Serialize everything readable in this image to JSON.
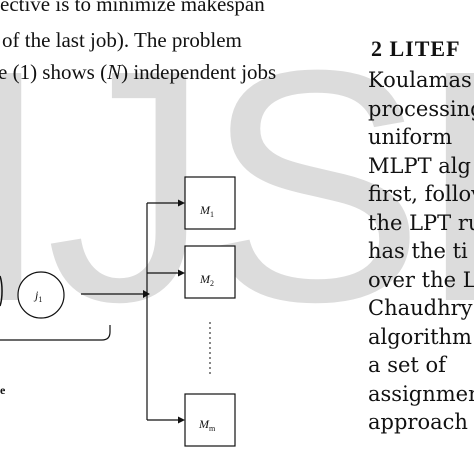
{
  "watermark": {
    "text": "IJSER",
    "color": "#d9d9d9"
  },
  "left_text": {
    "line1": "ective is to minimize makespan",
    "line2": "of the last job). The problem",
    "line3": "e (1) shows (N) independent jobs"
  },
  "right_text": {
    "heading": "2 LITEF",
    "lines": [
      "Koulamas",
      "processing",
      "uniform",
      "MLPT alg",
      "first, follov",
      "the LPT ru",
      "has the ti",
      "over the L",
      "Chaudhry",
      "algorithm",
      "a set of",
      "assignmer",
      "approach"
    ]
  },
  "diagram": {
    "job_label": "j",
    "job_sub": "1",
    "caption_fragment": "e",
    "machines": [
      {
        "label": "M",
        "sub": "1"
      },
      {
        "label": "M",
        "sub": "2"
      },
      {
        "label": "M",
        "sub": "m"
      }
    ]
  }
}
